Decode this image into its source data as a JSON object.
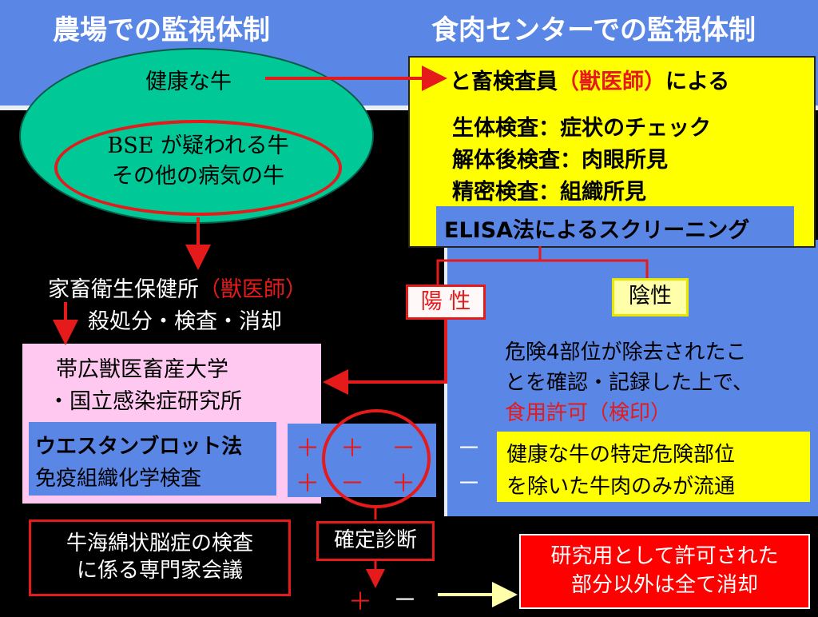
{
  "header": {
    "left_title": "農場での監視体制",
    "right_title": "食肉センターでの監視体制"
  },
  "farm": {
    "healthy_cow": "健康な牛",
    "suspect_line1": "BSE が疑われる牛",
    "suspect_line2": "その他の病気の牛"
  },
  "inspection": {
    "title_prefix": "と畜検査員",
    "title_highlight": "（獣医師）",
    "title_suffix": "による",
    "items": [
      "生体検査：症状のチェック",
      "解体後検査：肉眼所見",
      "精密検査：組織所見"
    ],
    "elisa": "ELISA法によるスクリーニング"
  },
  "hygiene": {
    "line1_prefix": "家畜衛生保健所",
    "line1_highlight": "（獣医師）",
    "line2": "殺処分・検査・消却"
  },
  "university": {
    "line1": "帯広獣医畜産大学",
    "line2": "・国立感染症研究所"
  },
  "western": {
    "line1": "ウエスタンブロット法",
    "line2": "免疫組織化学検査"
  },
  "results": {
    "row1": [
      "＋",
      "＋",
      "－"
    ],
    "row2": [
      "＋",
      "－",
      "＋"
    ],
    "right_minus": [
      "－",
      "－"
    ]
  },
  "labels": {
    "positive": "陽 性",
    "negative": "陰性"
  },
  "negative_info": {
    "line1": "危険4部位が除去されたこ",
    "line2": "とを確認・記録した上で、",
    "line3": "食用許可（検印）"
  },
  "distribution": {
    "line1": "健康な牛の特定危険部位",
    "line2": "を除いた牛肉のみが流通"
  },
  "expert": {
    "line1": "牛海綿状脳症の検査",
    "line2": "に係る専門家会議"
  },
  "diagnosis": {
    "label": "確定診断",
    "plus": "＋",
    "minus": "－"
  },
  "research": {
    "line1": "研究用として許可された",
    "line2": "部分以外は全て消却"
  },
  "colors": {
    "background": "#000000",
    "header_blue": "#5a86e6",
    "ellipse_green": "#00c896",
    "accent_red": "#e51a1a",
    "highlight_yellow": "#ffff00",
    "pink": "#ffc8f0"
  }
}
